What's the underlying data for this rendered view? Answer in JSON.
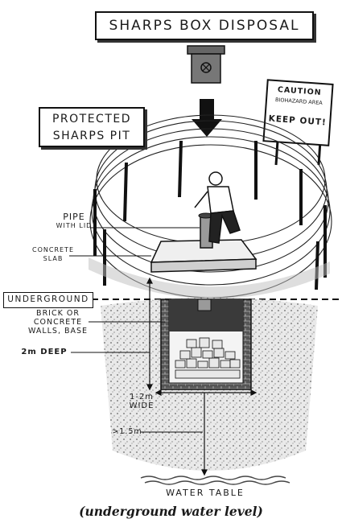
{
  "title": "SHARPS BOX DISPOSAL",
  "pit_label_line1": "PROTECTED",
  "pit_label_line2": "SHARPS PIT",
  "sign": {
    "line1": "CAUTION",
    "line2": "BIOHAZARD AREA",
    "line3": "KEEP OUT!"
  },
  "labels": {
    "pipe": "PIPE",
    "pipe_sub": "WITH LID",
    "concrete": "CONCRETE",
    "concrete_sub": "SLAB",
    "underground": "UNDERGROUND",
    "brick1": "BRICK OR",
    "brick2": "CONCRETE",
    "brick3": "WALLS, BASE",
    "deep": "2m DEEP",
    "wide1": "1-2m",
    "wide2": "WIDE",
    "depth_above_water": ">1.5m",
    "water_table": "WATER TABLE"
  },
  "caption": "(underground water level)",
  "colors": {
    "ink": "#1a1a1a",
    "ground": "#8a8a8a",
    "light_ground": "#d9d9d9"
  }
}
